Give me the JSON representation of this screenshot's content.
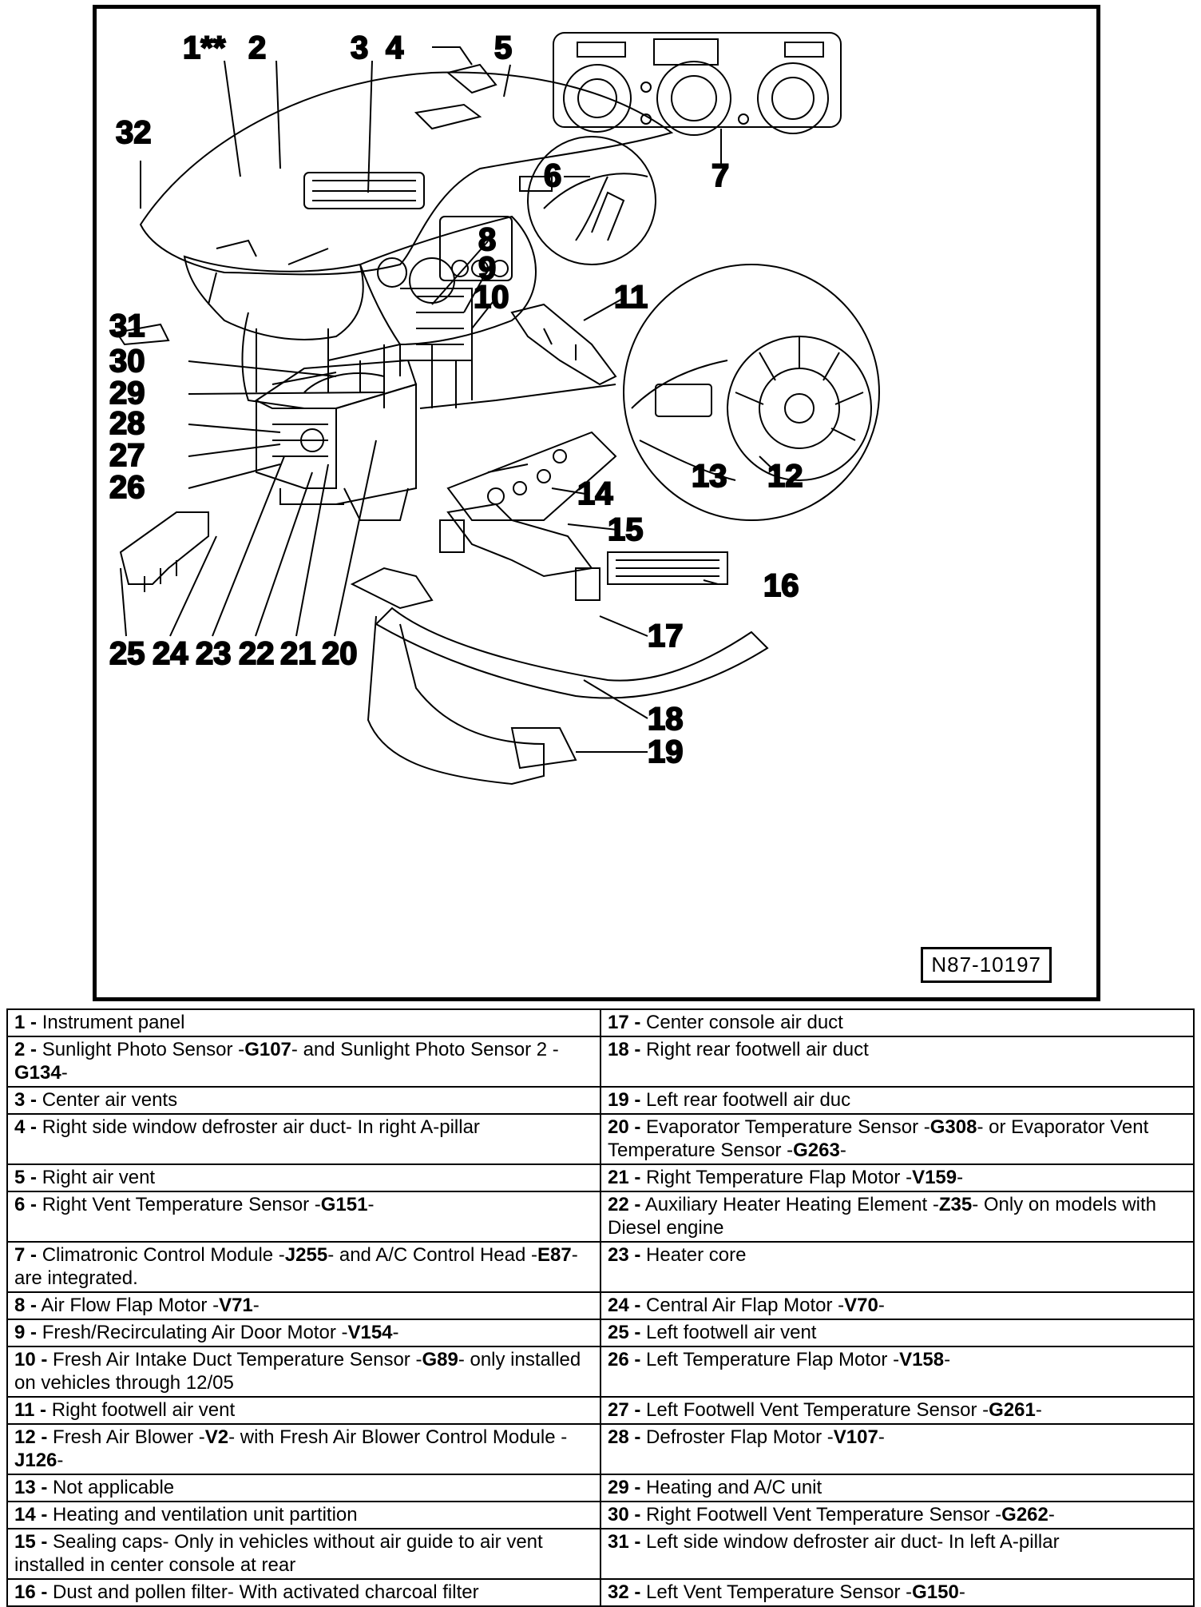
{
  "diagram": {
    "reference": "N87-10197",
    "callouts": [
      "1**",
      "2",
      "3",
      "4",
      "5",
      "6",
      "7",
      "8",
      "9",
      "10",
      "11",
      "12",
      "13",
      "14",
      "15",
      "16",
      "17",
      "18",
      "19",
      "20",
      "21",
      "22",
      "23",
      "24",
      "25",
      "26",
      "27",
      "28",
      "29",
      "30",
      "31",
      "32"
    ]
  },
  "legend": {
    "rows": [
      {
        "left": {
          "num": "1 -",
          "parts": [
            [
              "Instrument panel",
              false
            ]
          ]
        },
        "right": {
          "num": "17 -",
          "parts": [
            [
              "Center console air duct",
              false
            ]
          ]
        }
      },
      {
        "left": {
          "num": "2 -",
          "parts": [
            [
              "Sunlight Photo Sensor -",
              false
            ],
            [
              "G107",
              true
            ],
            [
              "- and Sunlight Photo Sensor 2 -",
              false
            ],
            [
              "G134",
              true
            ],
            [
              "-",
              false
            ]
          ]
        },
        "right": {
          "num": "18 -",
          "parts": [
            [
              "Right rear footwell air duct",
              false
            ]
          ]
        }
      },
      {
        "left": {
          "num": "3 -",
          "parts": [
            [
              "Center air vents",
              false
            ]
          ]
        },
        "right": {
          "num": "19 -",
          "parts": [
            [
              "Left rear footwell air duc",
              false
            ]
          ]
        }
      },
      {
        "left": {
          "num": "4 -",
          "parts": [
            [
              "Right side window defroster air duct- In right A-pillar",
              false
            ]
          ]
        },
        "right": {
          "num": "20 -",
          "parts": [
            [
              "Evaporator Temperature Sensor -",
              false
            ],
            [
              "G308",
              true
            ],
            [
              "- or Evaporator Vent Temperature Sensor -",
              false
            ],
            [
              "G263",
              true
            ],
            [
              "-",
              false
            ]
          ]
        }
      },
      {
        "left": {
          "num": "5 -",
          "parts": [
            [
              "Right air vent",
              false
            ]
          ]
        },
        "right": {
          "num": "21 -",
          "parts": [
            [
              "Right Temperature Flap Motor -",
              false
            ],
            [
              "V159",
              true
            ],
            [
              "-",
              false
            ]
          ]
        }
      },
      {
        "left": {
          "num": "6 -",
          "parts": [
            [
              "Right Vent Temperature Sensor -",
              false
            ],
            [
              "G151",
              true
            ],
            [
              "-",
              false
            ]
          ]
        },
        "right": {
          "num": "22 -",
          "parts": [
            [
              "Auxiliary Heater Heating Element -",
              false
            ],
            [
              "Z35",
              true
            ],
            [
              "-  Only on models with Diesel engine",
              false
            ]
          ]
        }
      },
      {
        "left": {
          "num": "7 -",
          "parts": [
            [
              "Climatronic Control Module -",
              false
            ],
            [
              "J255",
              true
            ],
            [
              "- and A/C Control Head -",
              false
            ],
            [
              "E87",
              true
            ],
            [
              "- are integrated.",
              false
            ]
          ]
        },
        "right": {
          "num": "23 -",
          "parts": [
            [
              "Heater core",
              false
            ]
          ]
        }
      },
      {
        "left": {
          "num": "8 -",
          "parts": [
            [
              "Air Flow Flap Motor -",
              false
            ],
            [
              "V71",
              true
            ],
            [
              "-",
              false
            ]
          ]
        },
        "right": {
          "num": "24 -",
          "parts": [
            [
              "Central Air Flap Motor -",
              false
            ],
            [
              "V70",
              true
            ],
            [
              "-",
              false
            ]
          ]
        }
      },
      {
        "left": {
          "num": "9 -",
          "parts": [
            [
              "Fresh/Recirculating Air Door Motor -",
              false
            ],
            [
              "V154",
              true
            ],
            [
              "-",
              false
            ]
          ]
        },
        "right": {
          "num": "25 -",
          "parts": [
            [
              "Left footwell air vent",
              false
            ]
          ]
        }
      },
      {
        "left": {
          "num": "10 -",
          "parts": [
            [
              "Fresh Air Intake Duct Temperature Sensor -",
              false
            ],
            [
              "G89",
              true
            ],
            [
              "- only installed on vehicles through 12/05",
              false
            ]
          ]
        },
        "right": {
          "num": "26 -",
          "parts": [
            [
              "Left Temperature Flap Motor -",
              false
            ],
            [
              "V158",
              true
            ],
            [
              "-",
              false
            ]
          ]
        }
      },
      {
        "left": {
          "num": "11 -",
          "parts": [
            [
              "Right footwell air vent",
              false
            ]
          ]
        },
        "right": {
          "num": "27 -",
          "parts": [
            [
              "Left Footwell Vent Temperature Sensor -",
              false
            ],
            [
              "G261",
              true
            ],
            [
              "-",
              false
            ]
          ]
        }
      },
      {
        "left": {
          "num": "12 -",
          "parts": [
            [
              "Fresh Air Blower -",
              false
            ],
            [
              "V2",
              true
            ],
            [
              "- with Fresh Air Blower Control Module -",
              false
            ],
            [
              "J126",
              true
            ],
            [
              "-",
              false
            ]
          ]
        },
        "right": {
          "num": "28 -",
          "parts": [
            [
              "Defroster Flap Motor -",
              false
            ],
            [
              "V107",
              true
            ],
            [
              "-",
              false
            ]
          ]
        }
      },
      {
        "left": {
          "num": "13 -",
          "parts": [
            [
              "Not applicable",
              false
            ]
          ]
        },
        "right": {
          "num": "29 -",
          "parts": [
            [
              "Heating and A/C unit",
              false
            ]
          ]
        }
      },
      {
        "left": {
          "num": "14 -",
          "parts": [
            [
              "Heating and ventilation unit partition",
              false
            ]
          ]
        },
        "right": {
          "num": "30 -",
          "parts": [
            [
              "Right Footwell Vent Temperature Sensor -",
              false
            ],
            [
              "G262",
              true
            ],
            [
              "-",
              false
            ]
          ]
        }
      },
      {
        "left": {
          "num": "15 -",
          "parts": [
            [
              "Sealing caps- Only in vehicles without air guide to air vent installed in center console at rear",
              false
            ]
          ]
        },
        "right": {
          "num": "31 -",
          "parts": [
            [
              "Left side window defroster air duct- In left A-pillar",
              false
            ]
          ]
        }
      },
      {
        "left": {
          "num": "16 -",
          "parts": [
            [
              "Dust and pollen filter- With activated charcoal filter",
              false
            ]
          ]
        },
        "right": {
          "num": "32 -",
          "parts": [
            [
              "Left Vent Temperature Sensor -",
              false
            ],
            [
              "G150",
              true
            ],
            [
              "-",
              false
            ]
          ]
        }
      }
    ]
  }
}
